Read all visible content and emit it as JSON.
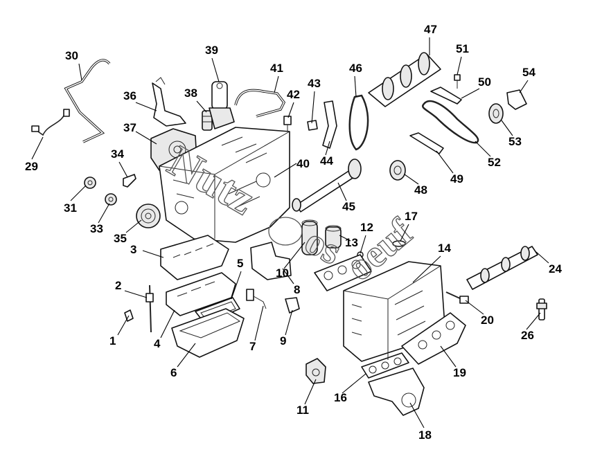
{
  "diagram": {
    "type": "exploded-parts-view",
    "part_labels": [
      "1",
      "2",
      "3",
      "4",
      "5",
      "6",
      "7",
      "8",
      "9",
      "10",
      "11",
      "12",
      "13",
      "14",
      "16",
      "17",
      "18",
      "19",
      "20",
      "24",
      "26",
      "29",
      "30",
      "31",
      "33",
      "34",
      "35",
      "36",
      "37",
      "38",
      "39",
      "40",
      "41",
      "42",
      "43",
      "44",
      "45",
      "46",
      "47",
      "48",
      "49",
      "50",
      "51",
      "52",
      "53",
      "54"
    ],
    "watermark": "Nutz os oeuf",
    "colors": {
      "line": "#111111",
      "label": "#000000",
      "background": "#ffffff",
      "watermark": "#555555"
    }
  }
}
